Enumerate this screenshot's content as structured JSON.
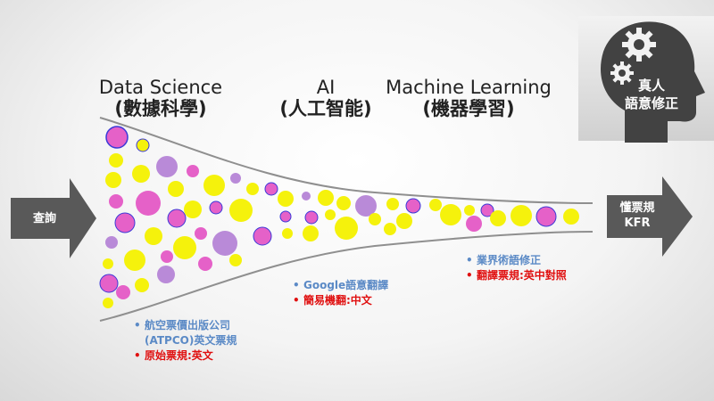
{
  "stages": [
    {
      "en": "Data Science",
      "zh": "(數據科學)"
    },
    {
      "en": "AI",
      "zh": "(人工智能)"
    },
    {
      "en": "Machine Learning",
      "zh": "(機器學習)"
    }
  ],
  "input_arrow": {
    "label": "查詢"
  },
  "output_arrow": {
    "line1": "懂票規",
    "line2": "KFR"
  },
  "human": {
    "line1": "真人",
    "line2": "語意修正"
  },
  "notes": {
    "left": {
      "blue_line1": "航空票價出版公司",
      "blue_line2": "(ATPCO)英文票規",
      "red": "原始票規:英文"
    },
    "middle": {
      "blue": "Google語意翻譯",
      "red": "簡易機翻:中文"
    },
    "right": {
      "blue": "業界術語修正",
      "red": "翻譯票規:英中對照"
    }
  },
  "colors": {
    "pink": "#e561c8",
    "yellow": "#f5f20c",
    "purple": "#b98ad8",
    "arrow": "#595959",
    "blue_text": "#5b8ac6",
    "red_text": "#e01010"
  }
}
